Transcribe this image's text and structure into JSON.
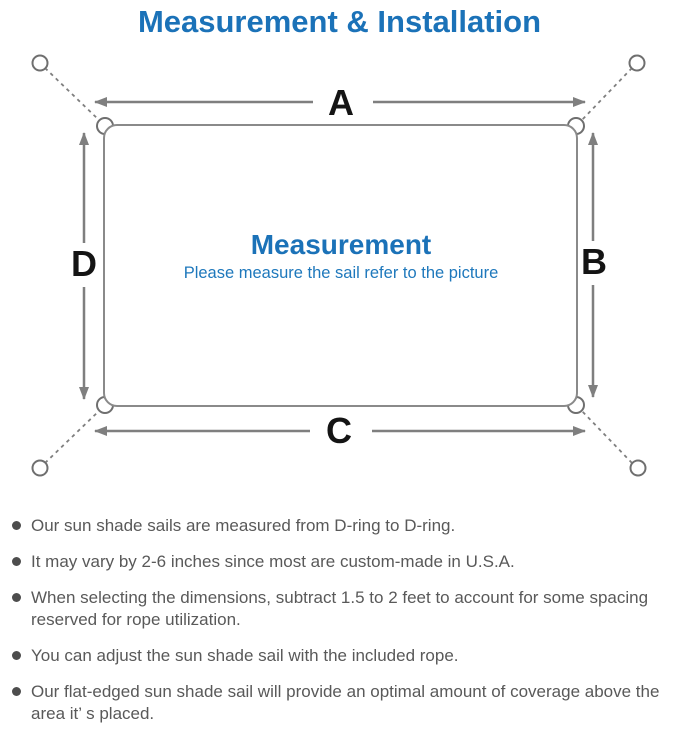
{
  "header": {
    "title": "Measurement & Installation"
  },
  "diagram": {
    "labels": {
      "top": "A",
      "right": "B",
      "bottom": "C",
      "left": "D"
    },
    "center_title": "Measurement",
    "center_subtitle": "Please measure the sail refer to the picture",
    "colors": {
      "accent_blue": "#1b72b8",
      "line_gray": "#7f7f7f",
      "letter_black": "#141414",
      "bullet_text_gray": "#595959"
    }
  },
  "bullets": [
    {
      "text": "Our sun shade sails are measured from D-ring to D-ring."
    },
    {
      "text": "It may vary by 2-6 inches since most are custom-made in U.S.A."
    },
    {
      "text": "When selecting the dimensions, subtract 1.5 to 2 feet to account for some spacing reserved for rope utilization."
    },
    {
      "text": "You can adjust the sun shade sail with the included rope."
    },
    {
      "text": "Our flat-edged sun shade sail will provide an optimal amount of coverage above the area it’ s placed."
    }
  ]
}
